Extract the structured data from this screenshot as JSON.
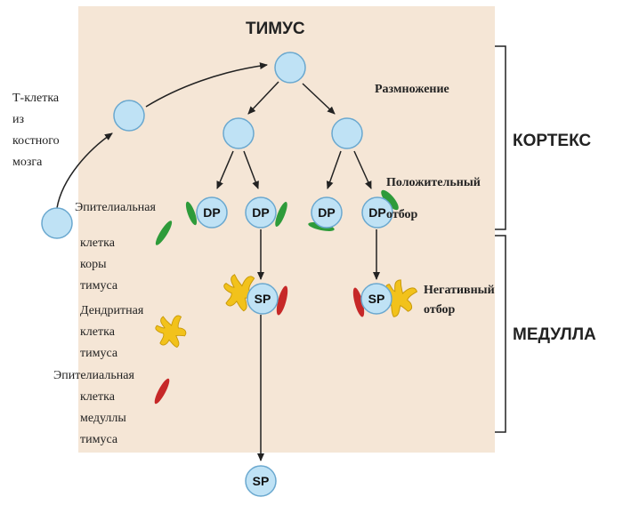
{
  "title": "ТИМУС",
  "labels": {
    "t_cell": "Т-клетка\nиз\nкостного\nмозга",
    "proliferation": "Размножение",
    "positive_selection": "Положительный\nотбор",
    "negative_selection": "Негативный\nотбор",
    "cortex": "КОРТЕКС",
    "medulla": "МЕДУЛЛА"
  },
  "cell_labels": {
    "dp": "DP",
    "sp": "SP"
  },
  "legend": {
    "cortex_epithelial": "Эпителиальная\nклетка\nкоры\nтимуса",
    "dendritic": "Дендритная\nклетка\nтимуса",
    "medulla_epithelial": "Эпителиальная\nклетка\nмедуллы\nтимуса"
  },
  "colors": {
    "thymus_bg": "#f5e6d6",
    "cell_fill": "#bfe2f5",
    "cell_stroke": "#6aa8cf",
    "cortex_epithelial": "#2e9b3a",
    "dendritic": "#f2c21b",
    "medulla_epithelial": "#c62828",
    "arrow": "#222222"
  }
}
